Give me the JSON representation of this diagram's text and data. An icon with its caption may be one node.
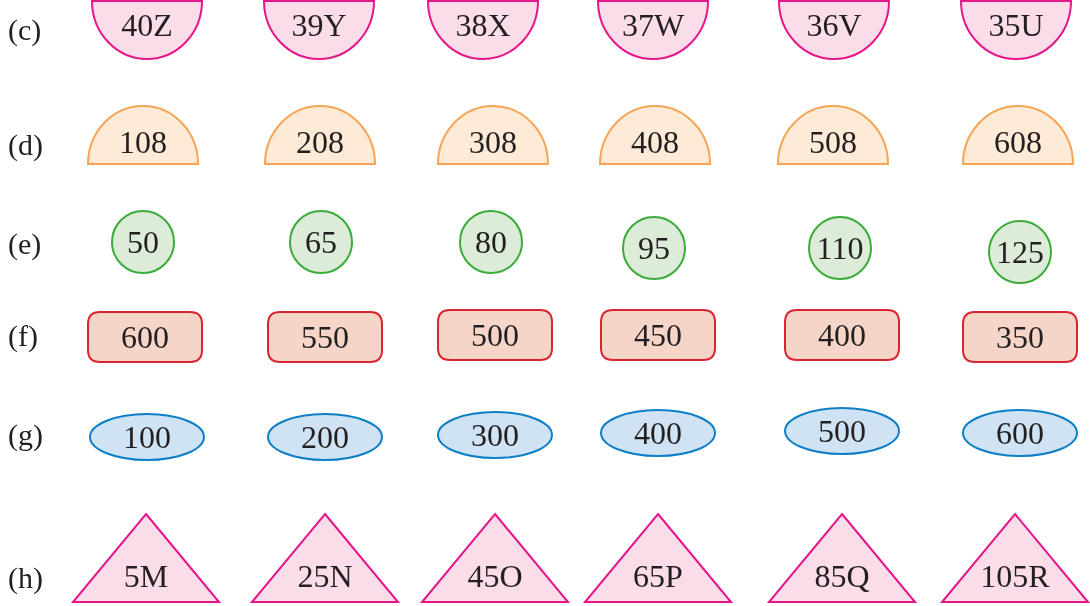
{
  "diagram": {
    "nodes": [
      {
        "text": [
          "40Z"
        ]
      },
      {
        "text": [
          "39Y"
        ]
      },
      {
        "text": [
          "38X"
        ]
      },
      {
        "text": [
          "37W"
        ]
      },
      {
        "text": [
          "36V"
        ]
      },
      {
        "text": [
          "35U"
        ]
      },
      {
        "text": [
          "108"
        ]
      },
      {
        "text": [
          "208"
        ]
      },
      {
        "text": [
          "308"
        ]
      },
      {
        "text": [
          "408"
        ]
      },
      {
        "text": [
          "508"
        ]
      },
      {
        "text": [
          "608"
        ]
      },
      {
        "text": [
          "50"
        ]
      },
      {
        "text": [
          "65"
        ]
      },
      {
        "text": [
          "80"
        ]
      },
      {
        "text": [
          "95"
        ]
      },
      {
        "text": [
          "110"
        ]
      },
      {
        "text": [
          "125"
        ]
      },
      {
        "text": [
          "600"
        ]
      },
      {
        "text": [
          "550"
        ]
      },
      {
        "text": [
          "500"
        ]
      },
      {
        "text": [
          "450"
        ]
      },
      {
        "text": [
          "400"
        ]
      },
      {
        "text": [
          "350"
        ]
      },
      {
        "text": [
          "100"
        ]
      },
      {
        "text": [
          "200"
        ]
      },
      {
        "text": [
          "300"
        ]
      },
      {
        "text": [
          "400"
        ]
      },
      {
        "text": [
          "500"
        ]
      },
      {
        "text": [
          "600"
        ]
      },
      {
        "text": [
          "5M"
        ]
      },
      {
        "text": [
          "25N"
        ]
      },
      {
        "text": [
          "45O"
        ]
      },
      {
        "text": [
          "65P"
        ]
      },
      {
        "text": [
          "85Q"
        ]
      },
      {
        "text": [
          "105R"
        ]
      }
    ],
    "labels": [
      "(c)",
      "(d)",
      "(e)",
      "(f)",
      "(g)",
      "(h)"
    ]
  }
}
